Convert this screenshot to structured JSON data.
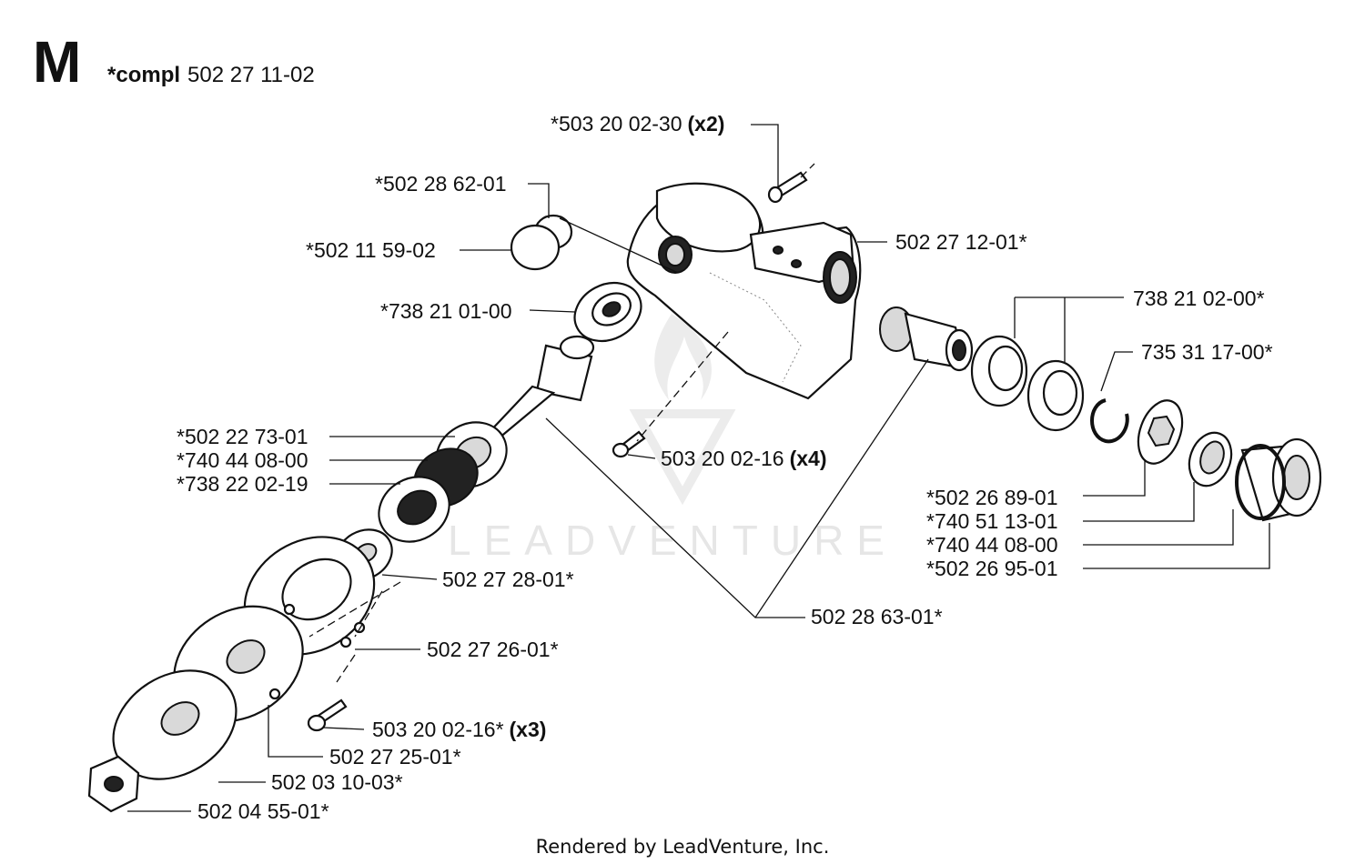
{
  "header": {
    "section": "M",
    "compl_prefix": "*compl",
    "compl_number": "502 27 11-02"
  },
  "watermark": "LEADVENTURE",
  "footer": "Rendered by LeadVenture, Inc.",
  "callouts": {
    "c01": {
      "number": "*503 20 02-30",
      "qty": "(x2)"
    },
    "c02": {
      "number": "*502 28 62-01",
      "qty": ""
    },
    "c03": {
      "number": "*502 11 59-02",
      "qty": ""
    },
    "c04": {
      "number": "502 27 12-01*",
      "qty": ""
    },
    "c05": {
      "number": "*738 21 01-00",
      "qty": ""
    },
    "c06": {
      "number": "738 21 02-00*",
      "qty": ""
    },
    "c07": {
      "number": "735 31 17-00*",
      "qty": ""
    },
    "c08": {
      "number": "*502 22 73-01",
      "qty": ""
    },
    "c09": {
      "number": "*740 44 08-00",
      "qty": ""
    },
    "c10": {
      "number": "*738 22 02-19",
      "qty": ""
    },
    "c11": {
      "number": "503 20 02-16",
      "qty": "(x4)"
    },
    "c12": {
      "number": "*502 26 89-01",
      "qty": ""
    },
    "c13": {
      "number": "*740 51 13-01",
      "qty": ""
    },
    "c14": {
      "number": "*740 44 08-00",
      "qty": ""
    },
    "c15": {
      "number": "*502 26 95-01",
      "qty": ""
    },
    "c16": {
      "number": "502 27 28-01*",
      "qty": ""
    },
    "c17": {
      "number": "502 28 63-01*",
      "qty": ""
    },
    "c18": {
      "number": "502 27 26-01*",
      "qty": ""
    },
    "c19": {
      "number": "503 20 02-16*",
      "qty": "(x3)"
    },
    "c20": {
      "number": "502 27 25-01*",
      "qty": ""
    },
    "c21": {
      "number": "502 03 10-03*",
      "qty": ""
    },
    "c22": {
      "number": "502 04 55-01*",
      "qty": ""
    }
  }
}
